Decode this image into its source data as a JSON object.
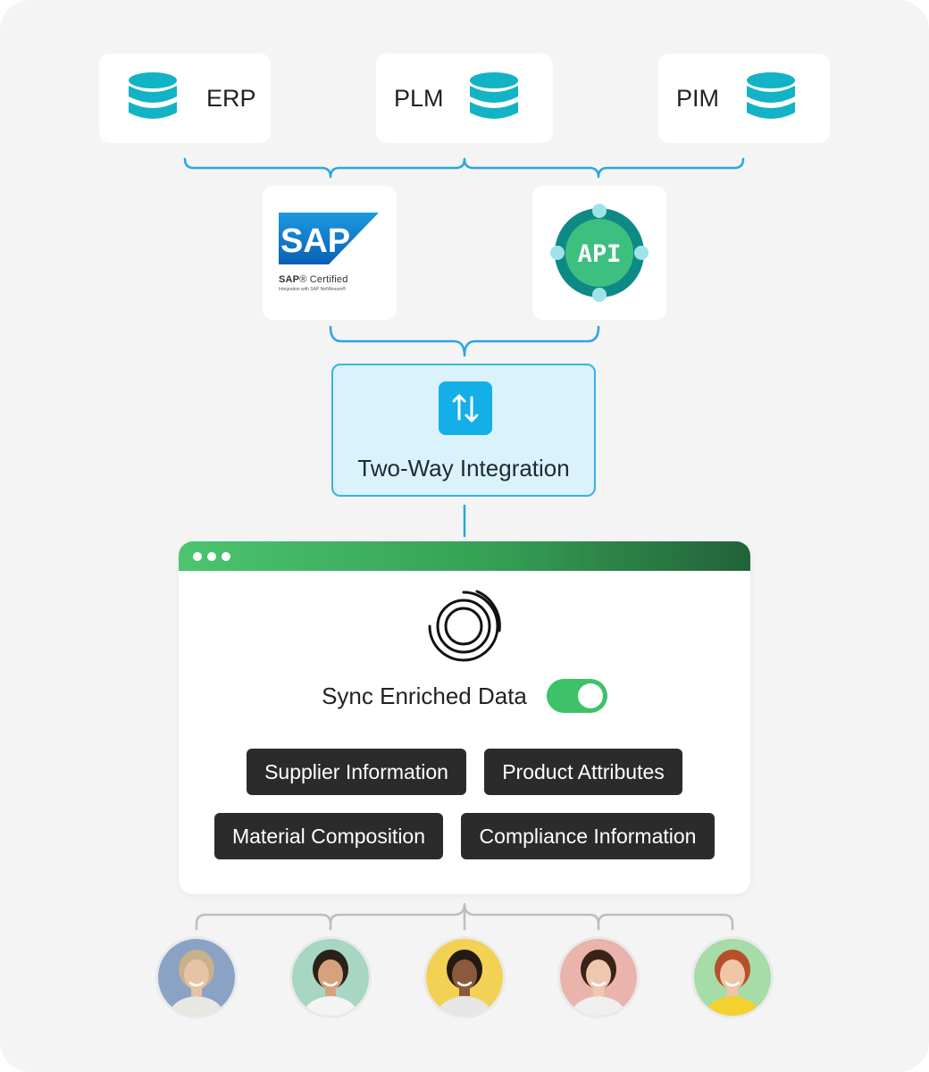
{
  "sources": [
    {
      "label": "ERP",
      "icon": "database-icon"
    },
    {
      "label": "PLM",
      "icon": "database-icon"
    },
    {
      "label": "PIM",
      "icon": "database-icon"
    }
  ],
  "sap": {
    "logo_text": "SAP",
    "certified_brand": "SAP",
    "certified_suffix": "® Certified",
    "certified_sub": "Integration with SAP NetWeaver®"
  },
  "api": {
    "label": "API"
  },
  "integration": {
    "label": "Two-Way Integration",
    "icon": "up-down-arrows-icon"
  },
  "app_window": {
    "sync_label": "Sync Enriched Data",
    "sync_enabled": true,
    "tags": [
      "Supplier Information",
      "Product Attributes",
      "Material Composition",
      "Compliance Information"
    ]
  },
  "users": [
    {
      "bg": "#8aa3c4",
      "hair": "#c8b08a",
      "skin": "#e7c3a6",
      "shirt": "#e9e7e2"
    },
    {
      "bg": "#a7d6c3",
      "hair": "#2b2118",
      "skin": "#d6a27e",
      "shirt": "#f4f4f4"
    },
    {
      "bg": "#f2d154",
      "hair": "#231a14",
      "skin": "#8b5a3c",
      "shirt": "#e6e6e6"
    },
    {
      "bg": "#eab4ad",
      "hair": "#3a2216",
      "skin": "#efc7ae",
      "shirt": "#efefef"
    },
    {
      "bg": "#a6dca8",
      "hair": "#b6502a",
      "skin": "#f0c6a6",
      "shirt": "#f3d12e"
    }
  ],
  "colors": {
    "teal": "#12b3c4",
    "blue": "#14aee9",
    "green": "#3dc26a",
    "connector": "#2aa7e0",
    "grey_connector": "#bdbdbd"
  }
}
